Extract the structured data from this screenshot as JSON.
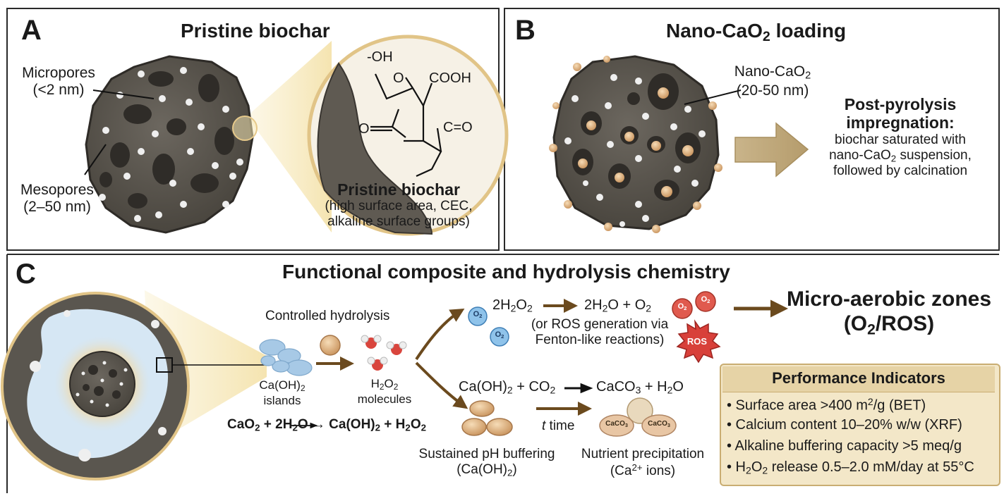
{
  "panel_a": {
    "letter": "A",
    "title": "Pristine biochar",
    "micropores_label": "Micropores",
    "micropores_size": "(<2 nm)",
    "mesopores_label": "Mesopores",
    "mesopores_size": "(2–50 nm)",
    "inset_groups": {
      "oh": "-OH",
      "cooh": "COOH",
      "co": "C=O"
    },
    "desc_title": "Pristine biochar",
    "desc_line1": "(high surface area, CEC,",
    "desc_line2": "alkaline surface groups)"
  },
  "panel_b": {
    "letter": "B",
    "title_pre": "Nano-CaO",
    "title_sub": "2",
    "title_post": " loading",
    "particle_label_pre": "Nano-CaO",
    "particle_label_sub": "2",
    "particle_size": "(20-50 nm)",
    "method_title_1": "Post-pyrolysis",
    "method_title_2": "impregnation:",
    "method_line1": "biochar saturated with",
    "method_line2_pre": "nano-CaO",
    "method_line2_sub": "2",
    "method_line2_post": " suspension,",
    "method_line3": "followed by calcination"
  },
  "panel_c": {
    "letter": "C",
    "title": "Functional composite and hydrolysis chemistry",
    "controlled_hydrolysis": "Controlled hydrolysis",
    "islands_1_pre": "Ca(OH)",
    "islands_1_sub": "2",
    "islands_2": "islands",
    "molecules_1_pre": "H",
    "molecules_1_sub1": "2",
    "molecules_1_mid": "O",
    "molecules_1_sub2": "2",
    "molecules_2": "molecules",
    "equation": {
      "p1": "CaO",
      "s1": "2",
      "p2": " + 2H",
      "s2": "2",
      "p3": "O → Ca(OH)",
      "s3": "2",
      "p4": " + H",
      "s4": "2",
      "p5": "O",
      "s5": "2"
    },
    "o2_badge": {
      "text": "O",
      "sub": "2"
    },
    "rxn1": {
      "p1": "2H",
      "s1": "2",
      "p2": "O",
      "s2": "2"
    },
    "rxn1_products": {
      "p1": "2H",
      "s1": "2",
      "p2": "O + O",
      "s2": "2"
    },
    "rxn1_note_1": "(or ROS generation via",
    "rxn1_note_2": "Fenton-like reactions)",
    "ros_badge": "ROS",
    "result_title": "Micro-aerobic zones",
    "result_sub": {
      "p1": "(O",
      "s1": "2",
      "p2": "/ROS)"
    },
    "rxn2_left": {
      "p1": "Ca(OH)",
      "s1": "2",
      "p2": " + CO",
      "s2": "2"
    },
    "rxn2_right": {
      "p1": "CaCO",
      "s1": "3",
      "p2": " + H",
      "s2": "2",
      "p3": "O"
    },
    "time_label_var": "t",
    "time_label": " time",
    "caco3_badge": {
      "text": "CaCO",
      "sub": "3"
    },
    "buffer_label_1": "Sustained pH buffering",
    "buffer_label_2": {
      "p1": "(Ca(OH)",
      "s1": "2",
      "p2": ")"
    },
    "nutrient_label_1": "Nutrient precipitation",
    "nutrient_label_2": {
      "p1": "(Ca",
      "s1": "2+",
      "p2": " ions)"
    }
  },
  "performance": {
    "title": "Performance Indicators",
    "items": [
      {
        "pre": "• Surface area >400 m",
        "sup": "2",
        "post": "/g (BET)"
      },
      {
        "pre": "• Calcium content 10–20% w/w (XRF)",
        "sup": "",
        "post": ""
      },
      {
        "pre": "• Alkaline buffering capacity >5 meq/g",
        "sup": "",
        "post": ""
      },
      {
        "pre": "• H",
        "sub": "2",
        "mid": "O",
        "sub2": "2",
        "post": " release 0.5–2.0 mM/day at 55°C"
      }
    ]
  },
  "colors": {
    "biochar": "#5a564f",
    "biochar_dark": "#3f3b35",
    "pore_white": "#f2f2f2",
    "cao_particle": "#e3b98a",
    "arrow_brown": "#6b4a1e",
    "o2_blue": "#8fc3ea",
    "o2_red": "#e05a4e",
    "ros_red": "#d8403a",
    "perf_bg": "#f3e7c8",
    "halo_blue": "#d5e6f3"
  }
}
